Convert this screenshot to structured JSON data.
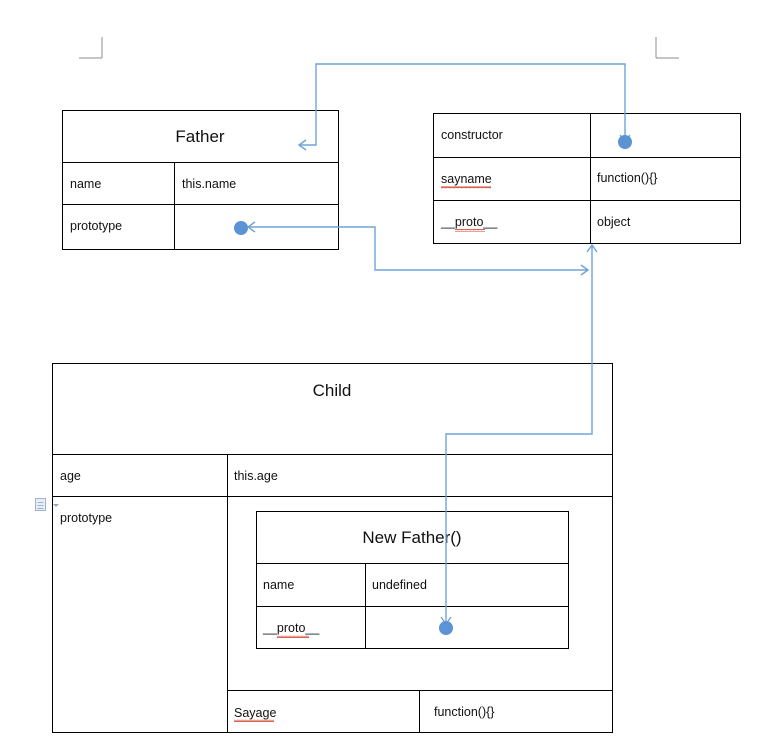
{
  "father": {
    "title": "Father",
    "rows": [
      {
        "key": "name",
        "value": "this.name"
      },
      {
        "key": "prototype",
        "value": ""
      }
    ]
  },
  "prototype_object": {
    "rows": [
      {
        "key": "constructor",
        "value": ""
      },
      {
        "key": "sayname",
        "value": "function(){}"
      },
      {
        "key": "__proto__",
        "value": "object"
      }
    ]
  },
  "child": {
    "title": "Child",
    "rows": [
      {
        "key": "age",
        "value": "this.age"
      },
      {
        "key": "prototype",
        "value": ""
      }
    ],
    "nested": {
      "title": "New Father()",
      "rows": [
        {
          "key": "name",
          "value": "undefined"
        },
        {
          "key": "__proto__",
          "value": ""
        }
      ]
    },
    "method": {
      "key": "Sayage",
      "value": "function(){}"
    }
  },
  "colors": {
    "connector": "#6fa3d8",
    "dot": "#5b93d4",
    "spellcheck": "#d23a2a"
  }
}
